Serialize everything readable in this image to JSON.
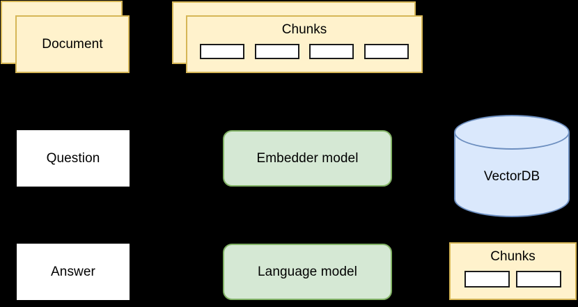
{
  "diagram": {
    "title": "RAG pipeline diagram",
    "background_color": "#000000",
    "palette": {
      "card_fill": "#fff2cc",
      "card_stroke": "#d6b656",
      "green_fill": "#d5e8d4",
      "green_stroke": "#82b366",
      "blue_fill": "#dae8fc",
      "blue_stroke": "#6c8ebf",
      "white_fill": "#ffffff",
      "slot_stroke": "#1a1a1a",
      "text_color": "#000000"
    }
  },
  "nodes": {
    "document": {
      "label": "Document",
      "shape": "stacked-card",
      "fill": "#fff2cc"
    },
    "chunks_top": {
      "label": "Chunks",
      "shape": "stacked-card",
      "fill": "#fff2cc",
      "slots": [
        "",
        "",
        "",
        ""
      ]
    },
    "question": {
      "label": "Question",
      "shape": "rectangle",
      "fill": "#ffffff"
    },
    "embedder_model": {
      "label": "Embedder model",
      "shape": "rounded-rectangle",
      "fill": "#d5e8d4"
    },
    "vector_db": {
      "label": "VectorDB",
      "shape": "cylinder",
      "fill": "#dae8fc"
    },
    "answer": {
      "label": "Answer",
      "shape": "rectangle",
      "fill": "#ffffff"
    },
    "language_model": {
      "label": "Language model",
      "shape": "rounded-rectangle",
      "fill": "#d5e8d4"
    },
    "chunks_bottom": {
      "label": "Chunks",
      "shape": "card",
      "fill": "#fff2cc",
      "slots": [
        "",
        ""
      ]
    }
  },
  "edges": [
    {
      "id": "document-to-chunks",
      "from": "document",
      "to": "chunks_top",
      "label": "",
      "arrowhead": "filled-triangle",
      "color": "#000000"
    }
  ]
}
